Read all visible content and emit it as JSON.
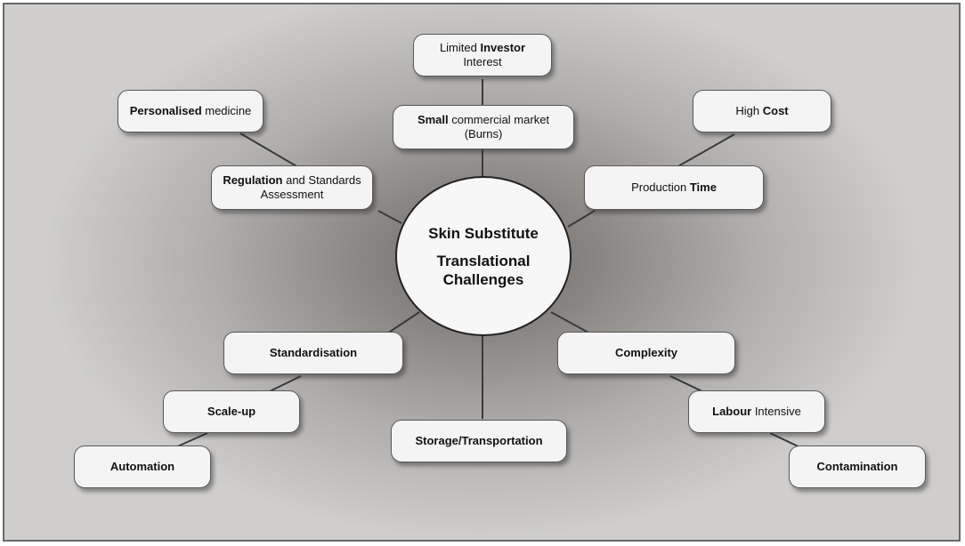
{
  "center": {
    "line1": "Skin Substitute",
    "line2": "Translational",
    "line3": "Challenges"
  },
  "boxes": {
    "limited_investor": {
      "bold_pre": "",
      "pre": "Limited ",
      "bold": "Investor",
      "post": "",
      "line2": "Interest"
    },
    "small_market": {
      "bold": "Small",
      "post": " commercial market",
      "line2": "(Burns)"
    },
    "personalised": {
      "bold": "Personalised",
      "post": " medicine"
    },
    "regulation": {
      "bold": "Regulation",
      "post": " and Standards",
      "line2": "Assessment"
    },
    "high_cost": {
      "pre": "High ",
      "bold": "Cost"
    },
    "production_time": {
      "pre": "Production ",
      "bold": "Time"
    },
    "standardisation": {
      "bold": "Standardisation"
    },
    "complexity": {
      "bold": "Complexity"
    },
    "scale_up": {
      "bold": "Scale-up"
    },
    "labour": {
      "bold": "Labour",
      "post": " Intensive"
    },
    "automation": {
      "bold": "Automation"
    },
    "storage": {
      "bold": "Storage/Transportation"
    },
    "contamination": {
      "bold": "Contamination"
    }
  }
}
